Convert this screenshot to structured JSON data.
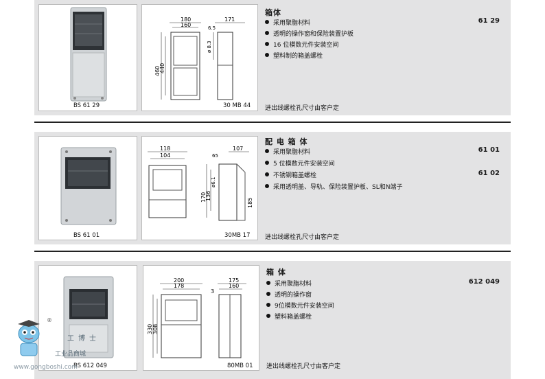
{
  "products": [
    {
      "title": "箱体",
      "features": [
        "采用聚脂材料",
        "透明的操作窗和保险装置护板",
        "16 位模数元件安装空间",
        "塑料制的箱盖螺栓"
      ],
      "codes": [
        {
          "line": 0,
          "text": "61 29"
        }
      ],
      "note": "进出线螺栓孔尺寸由客户定",
      "photo_caption": "BS  61 29",
      "drawing_caption": "30 MB 44",
      "dims": [
        "180",
        "160",
        "6.5",
        "171",
        "ø 8.3",
        "460",
        "440"
      ]
    },
    {
      "title": "配 电 箱 体",
      "features": [
        "采用聚脂材料",
        "5 位模数元件安装空间",
        "不锈钢箱盖螺栓",
        "采用透明盖、导轨、保险装置护板、SL和N端子"
      ],
      "codes": [
        {
          "line": 0,
          "text": "61 01"
        },
        {
          "line": 2,
          "text": "61 02"
        }
      ],
      "note": "进出线螺栓孔尺寸由客户定",
      "photo_caption": "BS  61 01",
      "drawing_caption": "30MB 17",
      "dims": [
        "118",
        "104",
        "65",
        "107",
        "170",
        "136",
        "ø6.1",
        "185"
      ]
    },
    {
      "title": "箱 体",
      "features": [
        "采用聚脂材料",
        "透明的操作窗",
        "9位模数元件安装空间",
        "塑料箱盖螺栓"
      ],
      "codes": [
        {
          "line": 0,
          "text": "612 049"
        }
      ],
      "note": "进出线螺栓孔尺寸由客户定",
      "photo_caption": "BS  612 049",
      "drawing_caption": "80MB 01",
      "dims": [
        "200",
        "178",
        "3",
        "175",
        "160",
        "330",
        "308"
      ]
    }
  ],
  "watermark": {
    "name": "工博士",
    "sub": "工业品商城",
    "url": "www.gongboshi.com",
    "mark": "®"
  }
}
